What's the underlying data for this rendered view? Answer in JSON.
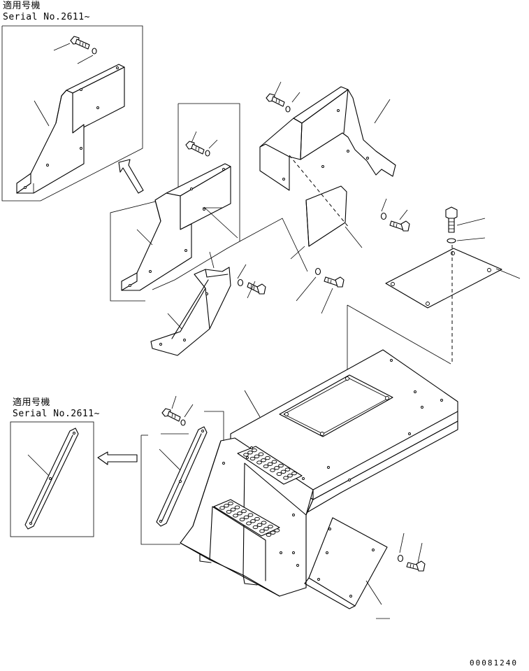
{
  "callouts": {
    "upper": {
      "applicable_models": "適用号機",
      "serial": "Serial No.2611~"
    },
    "lower": {
      "applicable_models": "適用号機",
      "serial": "Serial No.2611~"
    }
  },
  "drawing_code": "00081240"
}
